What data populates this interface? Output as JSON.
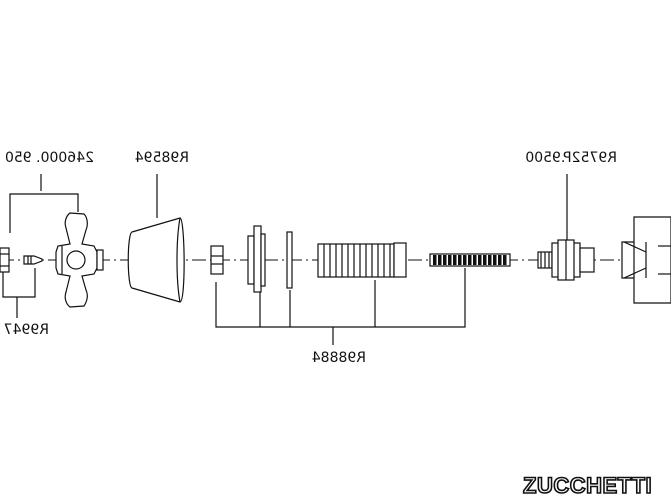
{
  "diagram": {
    "labels": {
      "group_left_top": "246000. 950",
      "cap": "R98594",
      "cartridge": "R9752P.9500",
      "group_left_bottom": "R9947",
      "kit": "R98884"
    },
    "parts": [
      "nut",
      "screw",
      "cross-handle",
      "bell-cap",
      "bushing",
      "rosette",
      "washer",
      "extension-sleeve",
      "spindle-extension",
      "cartridge",
      "valve-body"
    ]
  },
  "brand": {
    "name": "ZUCCHETTI"
  },
  "colors": {
    "ink": "#111111",
    "background": "#ffffff"
  }
}
